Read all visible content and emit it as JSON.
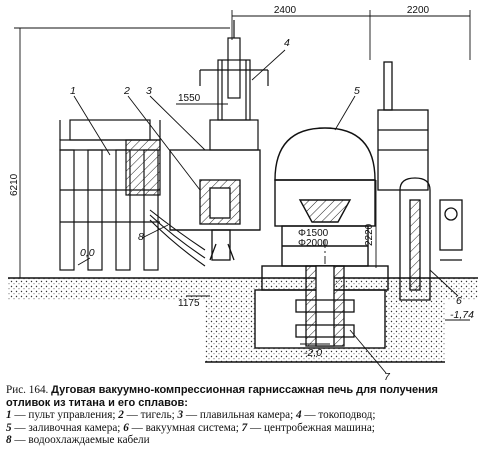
{
  "diagram": {
    "dimensions": {
      "d1": "2400",
      "d2": "2200",
      "d3": "1550",
      "d4": "6210",
      "d5": "Φ1500",
      "d6": "Φ2000",
      "d7": "2220",
      "d8": "1175"
    },
    "levels": {
      "zero": "0,0",
      "minus2": "-2,0",
      "minus174": "-1,74"
    },
    "part_numbers": [
      "1",
      "2",
      "3",
      "4",
      "5",
      "6",
      "7",
      "8"
    ]
  },
  "caption": {
    "figure_ref": "Рис. 164.",
    "title": "Дуговая вакуумно-компрессионная гарниссажная печь для получения отливок из титана и его сплавов:",
    "legend": [
      {
        "num": "1",
        "text": "пульт управления;"
      },
      {
        "num": "2",
        "text": "тигель;"
      },
      {
        "num": "3",
        "text": "плавильная камера;"
      },
      {
        "num": "4",
        "text": "токоподвод;"
      },
      {
        "num": "5",
        "text": "заливочная камера;"
      },
      {
        "num": "6",
        "text": "вакуумная система;"
      },
      {
        "num": "7",
        "text": "центробежная машина;"
      },
      {
        "num": "8",
        "text": "водоохлаждаемые кабели"
      }
    ]
  }
}
